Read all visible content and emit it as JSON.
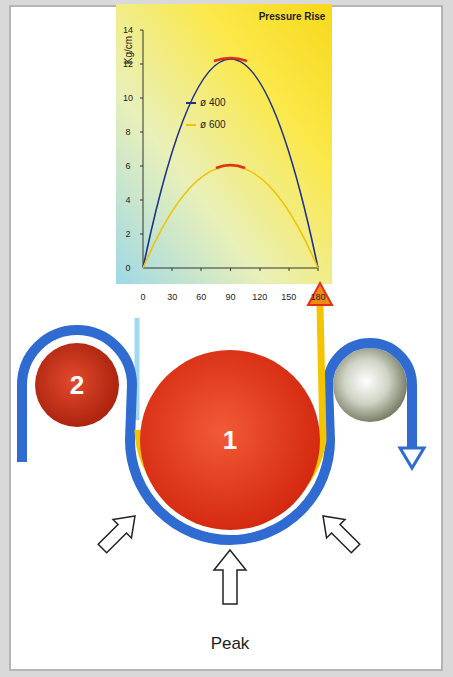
{
  "diagram": {
    "nodes": [
      {
        "text": [
          "2"
        ]
      },
      {
        "text": [
          "1"
        ]
      }
    ],
    "labels": [
      "Pressure Rise",
      "Kg/cm",
      "14",
      "12",
      "10",
      "8",
      "6",
      "4",
      "2",
      "0",
      "0",
      "30",
      "60",
      "90",
      "120",
      "150",
      "180",
      "Peak"
    ],
    "legend": [
      {
        "text": "ø 400"
      },
      {
        "text": "ø 600"
      }
    ]
  }
}
